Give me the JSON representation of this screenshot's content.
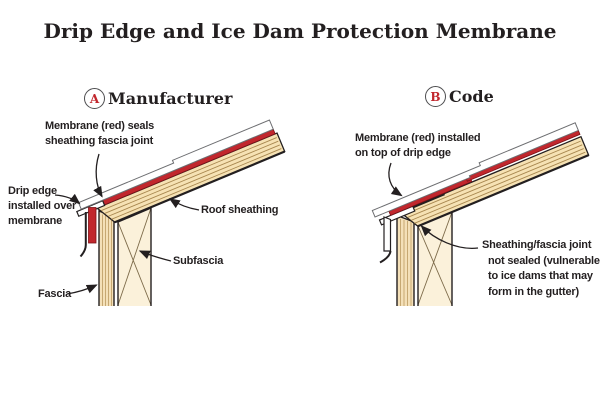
{
  "title": "Drip Edge and Ice Dam Protection Membrane",
  "colors": {
    "membrane_red": "#c1272d",
    "membrane_red_dark": "#7c1116",
    "sheathing_tan": "#f6e2b4",
    "subfascia_light": "#fbf1da",
    "outline": "#231f20",
    "underlayment_outline": "#6d6e71",
    "badge_red": "#c1272d"
  },
  "panels": [
    {
      "badge": "A",
      "heading": "Manufacturer",
      "labels": {
        "membrane": [
          "Membrane (red) seals",
          "sheathing fascia joint"
        ],
        "drip_edge": [
          "Drip edge",
          "installed over",
          "membrane"
        ],
        "roof_sheathing": "Roof sheathing",
        "subfascia": "Subfascia",
        "fascia": "Fascia"
      }
    },
    {
      "badge": "B",
      "heading": "Code",
      "labels": {
        "membrane": [
          "Membrane (red) installed",
          "on top of drip edge"
        ],
        "joint": [
          "Sheathing/fascia joint",
          "not sealed (vulnerable",
          "to ice dams that may",
          "form in the gutter)"
        ]
      }
    }
  ]
}
